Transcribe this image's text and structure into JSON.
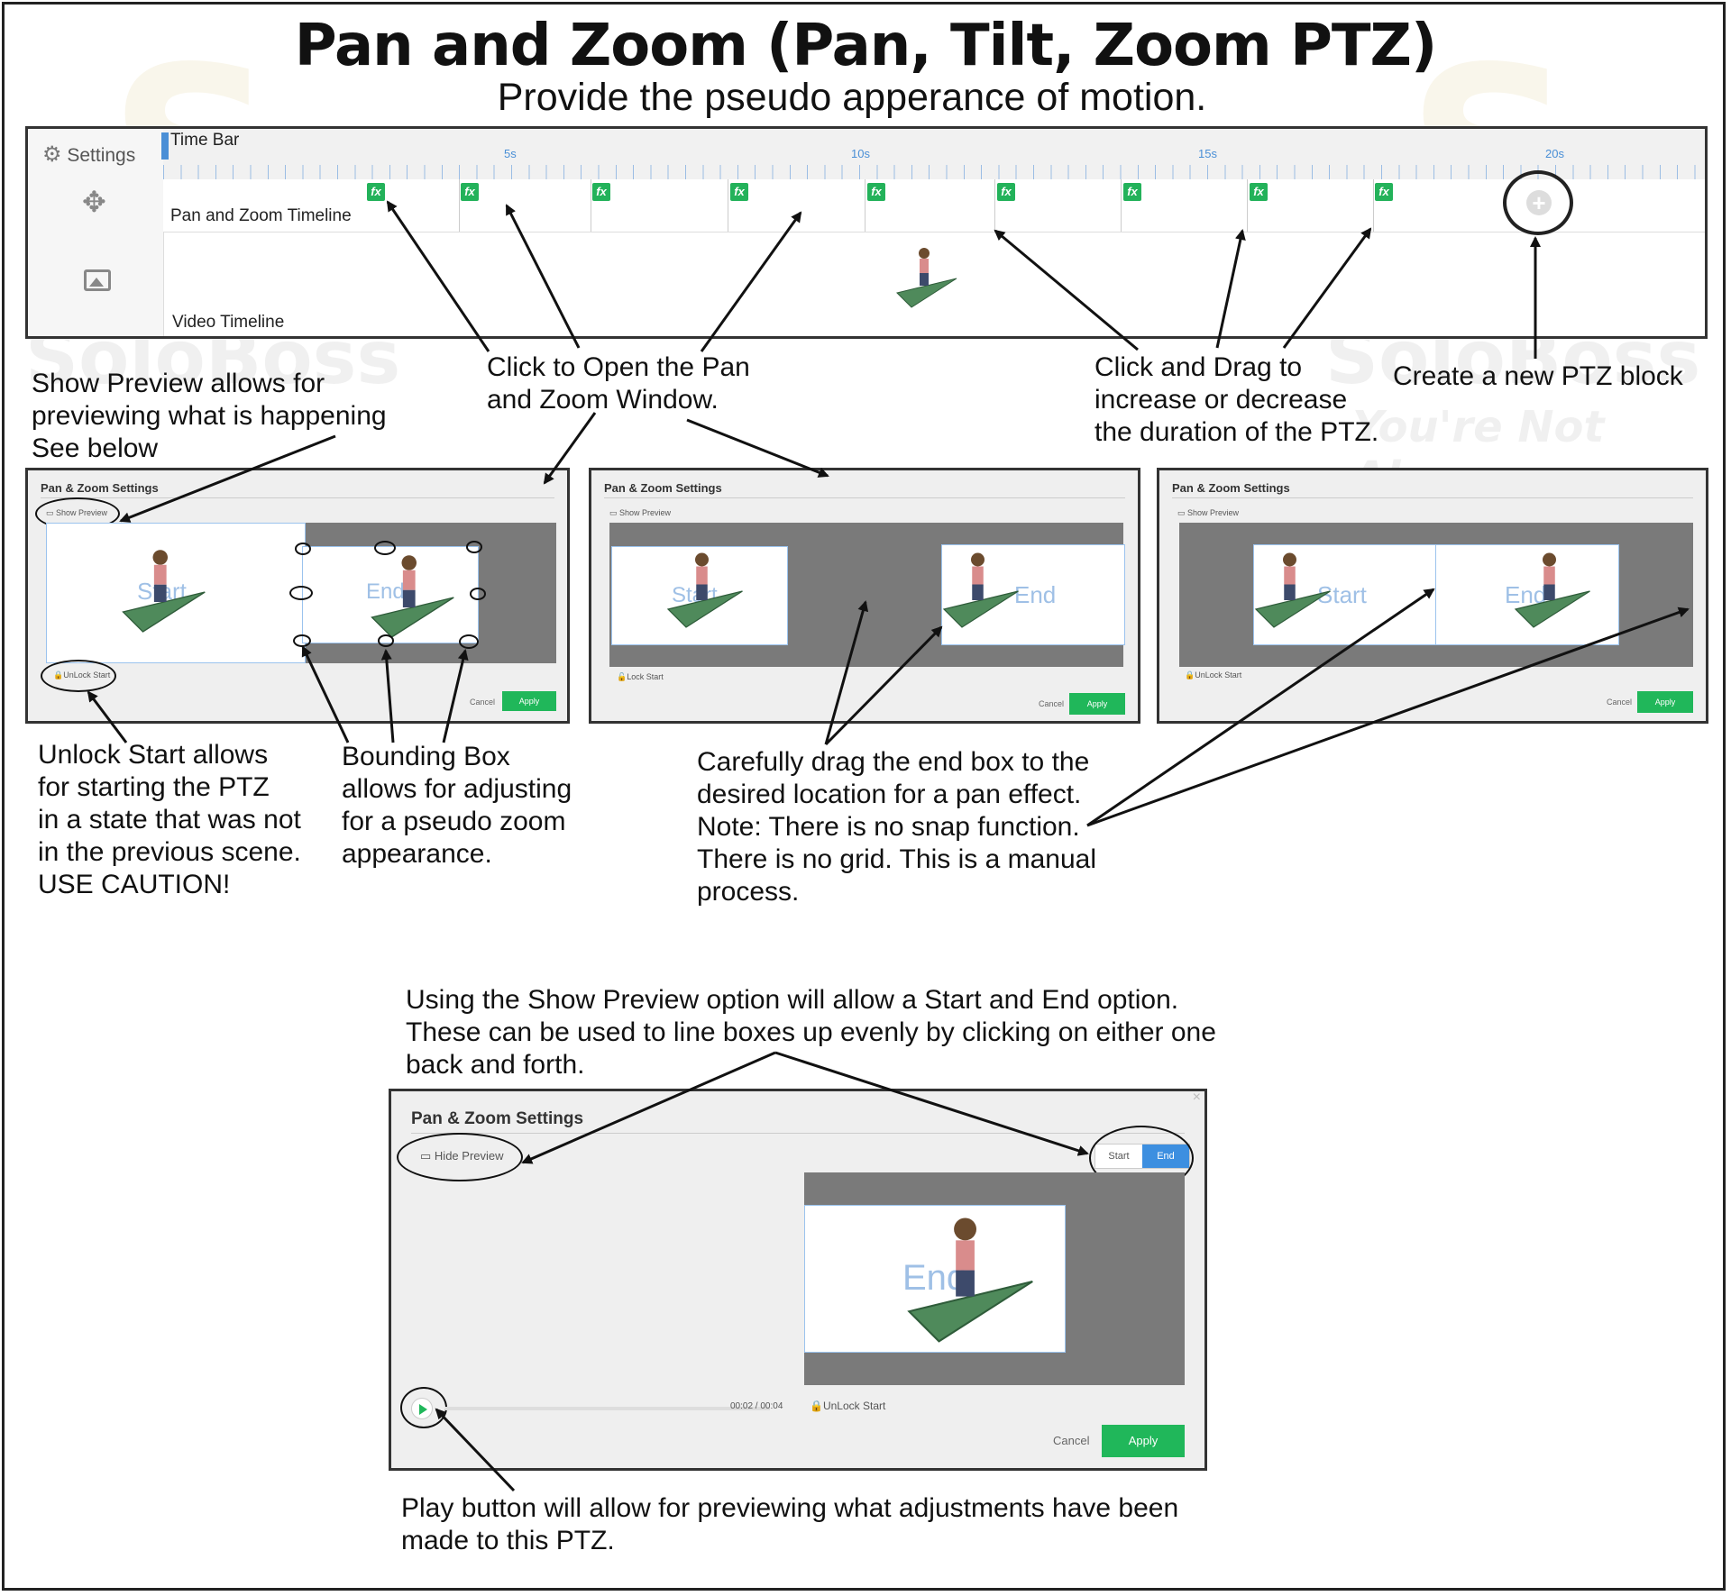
{
  "title": "Pan and Zoom (Pan, Tilt, Zoom PTZ)",
  "subtitle": "Provide the pseudo apperance of motion.",
  "watermark": {
    "brand": "SoloBoss",
    "tagline": "You're Not Alone"
  },
  "timeline": {
    "settings_label": "Settings",
    "time_bar_label": "Time Bar",
    "ptz_track_label": "Pan and Zoom Timeline",
    "video_track_label": "Video Timeline",
    "tick_labels": [
      "5s",
      "10s",
      "15s",
      "20s"
    ],
    "start_marker": "s",
    "fx_label": "fx",
    "add_label": "+"
  },
  "callouts": {
    "show_preview": "Show Preview allows for\npreviewing what is happening\nSee below",
    "click_open": "Click to Open the Pan\nand Zoom Window.",
    "click_drag": "Click and Drag to\nincrease or decrease\nthe duration of the PTZ.",
    "create_block": "Create a new PTZ block",
    "unlock_start": "Unlock Start allows\nfor starting the PTZ\nin a state that was not\nin the previous scene.\nUSE CAUTION!",
    "bounding_box": "Bounding Box\nallows for adjusting\nfor a pseudo zoom\nappearance.",
    "drag_end": "Carefully drag the end box to the\ndesired location for a pan effect.\nNote: There is no snap function.\nThere is no grid.  This is a manual\nprocess.",
    "show_preview_option": "Using the Show Preview option will allow a Start and End option.\nThese can be used to line boxes up evenly by clicking on either one\nback and forth.",
    "play_button": "Play button will allow for previewing what adjustments have been\nmade to this PTZ."
  },
  "dialogs": {
    "title": "Pan & Zoom Settings",
    "show_preview": "Show Preview",
    "hide_preview": "Hide Preview",
    "unlock_start": "UnLock Start",
    "lock_start": "Lock Start",
    "cancel": "Cancel",
    "apply": "Apply",
    "start": "Start",
    "end": "End",
    "time": "00:02 / 00:04",
    "close": "×"
  }
}
